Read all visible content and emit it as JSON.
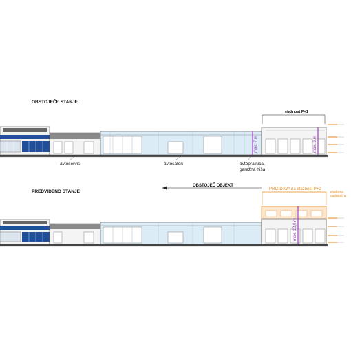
{
  "sections": {
    "existing": {
      "heading": "OBSTOJEČE STANJE"
    },
    "planned": {
      "heading": "PREDVIDENO STANJE"
    }
  },
  "labels": {
    "floors_existing": "etažnost P+1",
    "zone_service": "avtoservis",
    "zone_showroom": "avtosalon",
    "zone_wash_line1": "avtopralnica,",
    "zone_wash_line2": "garažna hiša",
    "height_7": "max. 7 m",
    "height_9": "max. 9 m",
    "height_12": "max. 12,0 m",
    "existing_object": "OBSTOJEČ OBJEKT",
    "addition": "PRIZIDAVA na etažnost P+2",
    "note_line1": "gradbeno",
    "note_line2": "nadkritečno"
  },
  "colors": {
    "facade_blue": "#1f4f9a",
    "glass": "#dcecf6",
    "addition_orange": "#e58a1f",
    "height_purple": "#a23cc2",
    "ground": "#444444"
  }
}
